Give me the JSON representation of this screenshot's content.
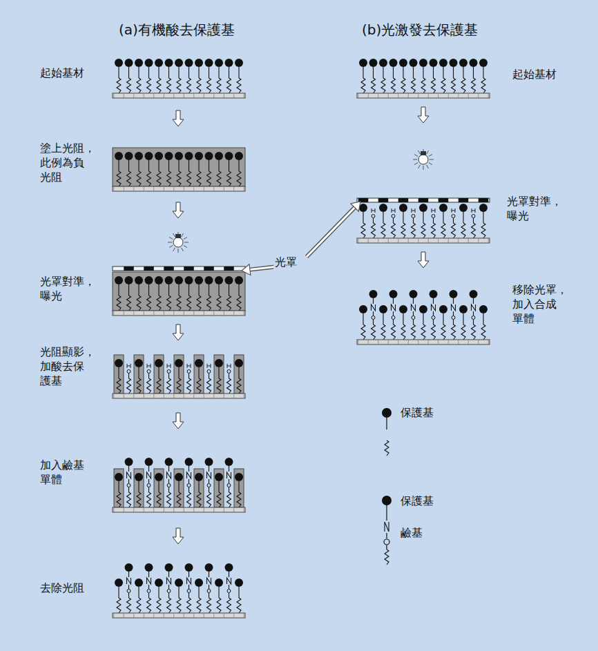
{
  "diagram": {
    "labels": [
      "(a)有機酸去保護基",
      "(b)光激發去保護基",
      "起始基材",
      "起始基材",
      "塗上光阻， 此例為負 光阻",
      "光罩",
      "光罩對準， 曝光",
      "光罩對準， 曝光",
      "移除光罩， 加入合成 單體",
      "光阻顯影， 加酸去保 護基",
      "加入鹼基 單體",
      "去除光阻"
    ],
    "legend": [
      {
        "text": "保護基"
      },
      {
        "text": "保護基"
      },
      {
        "text": "鹼基"
      }
    ]
  }
}
